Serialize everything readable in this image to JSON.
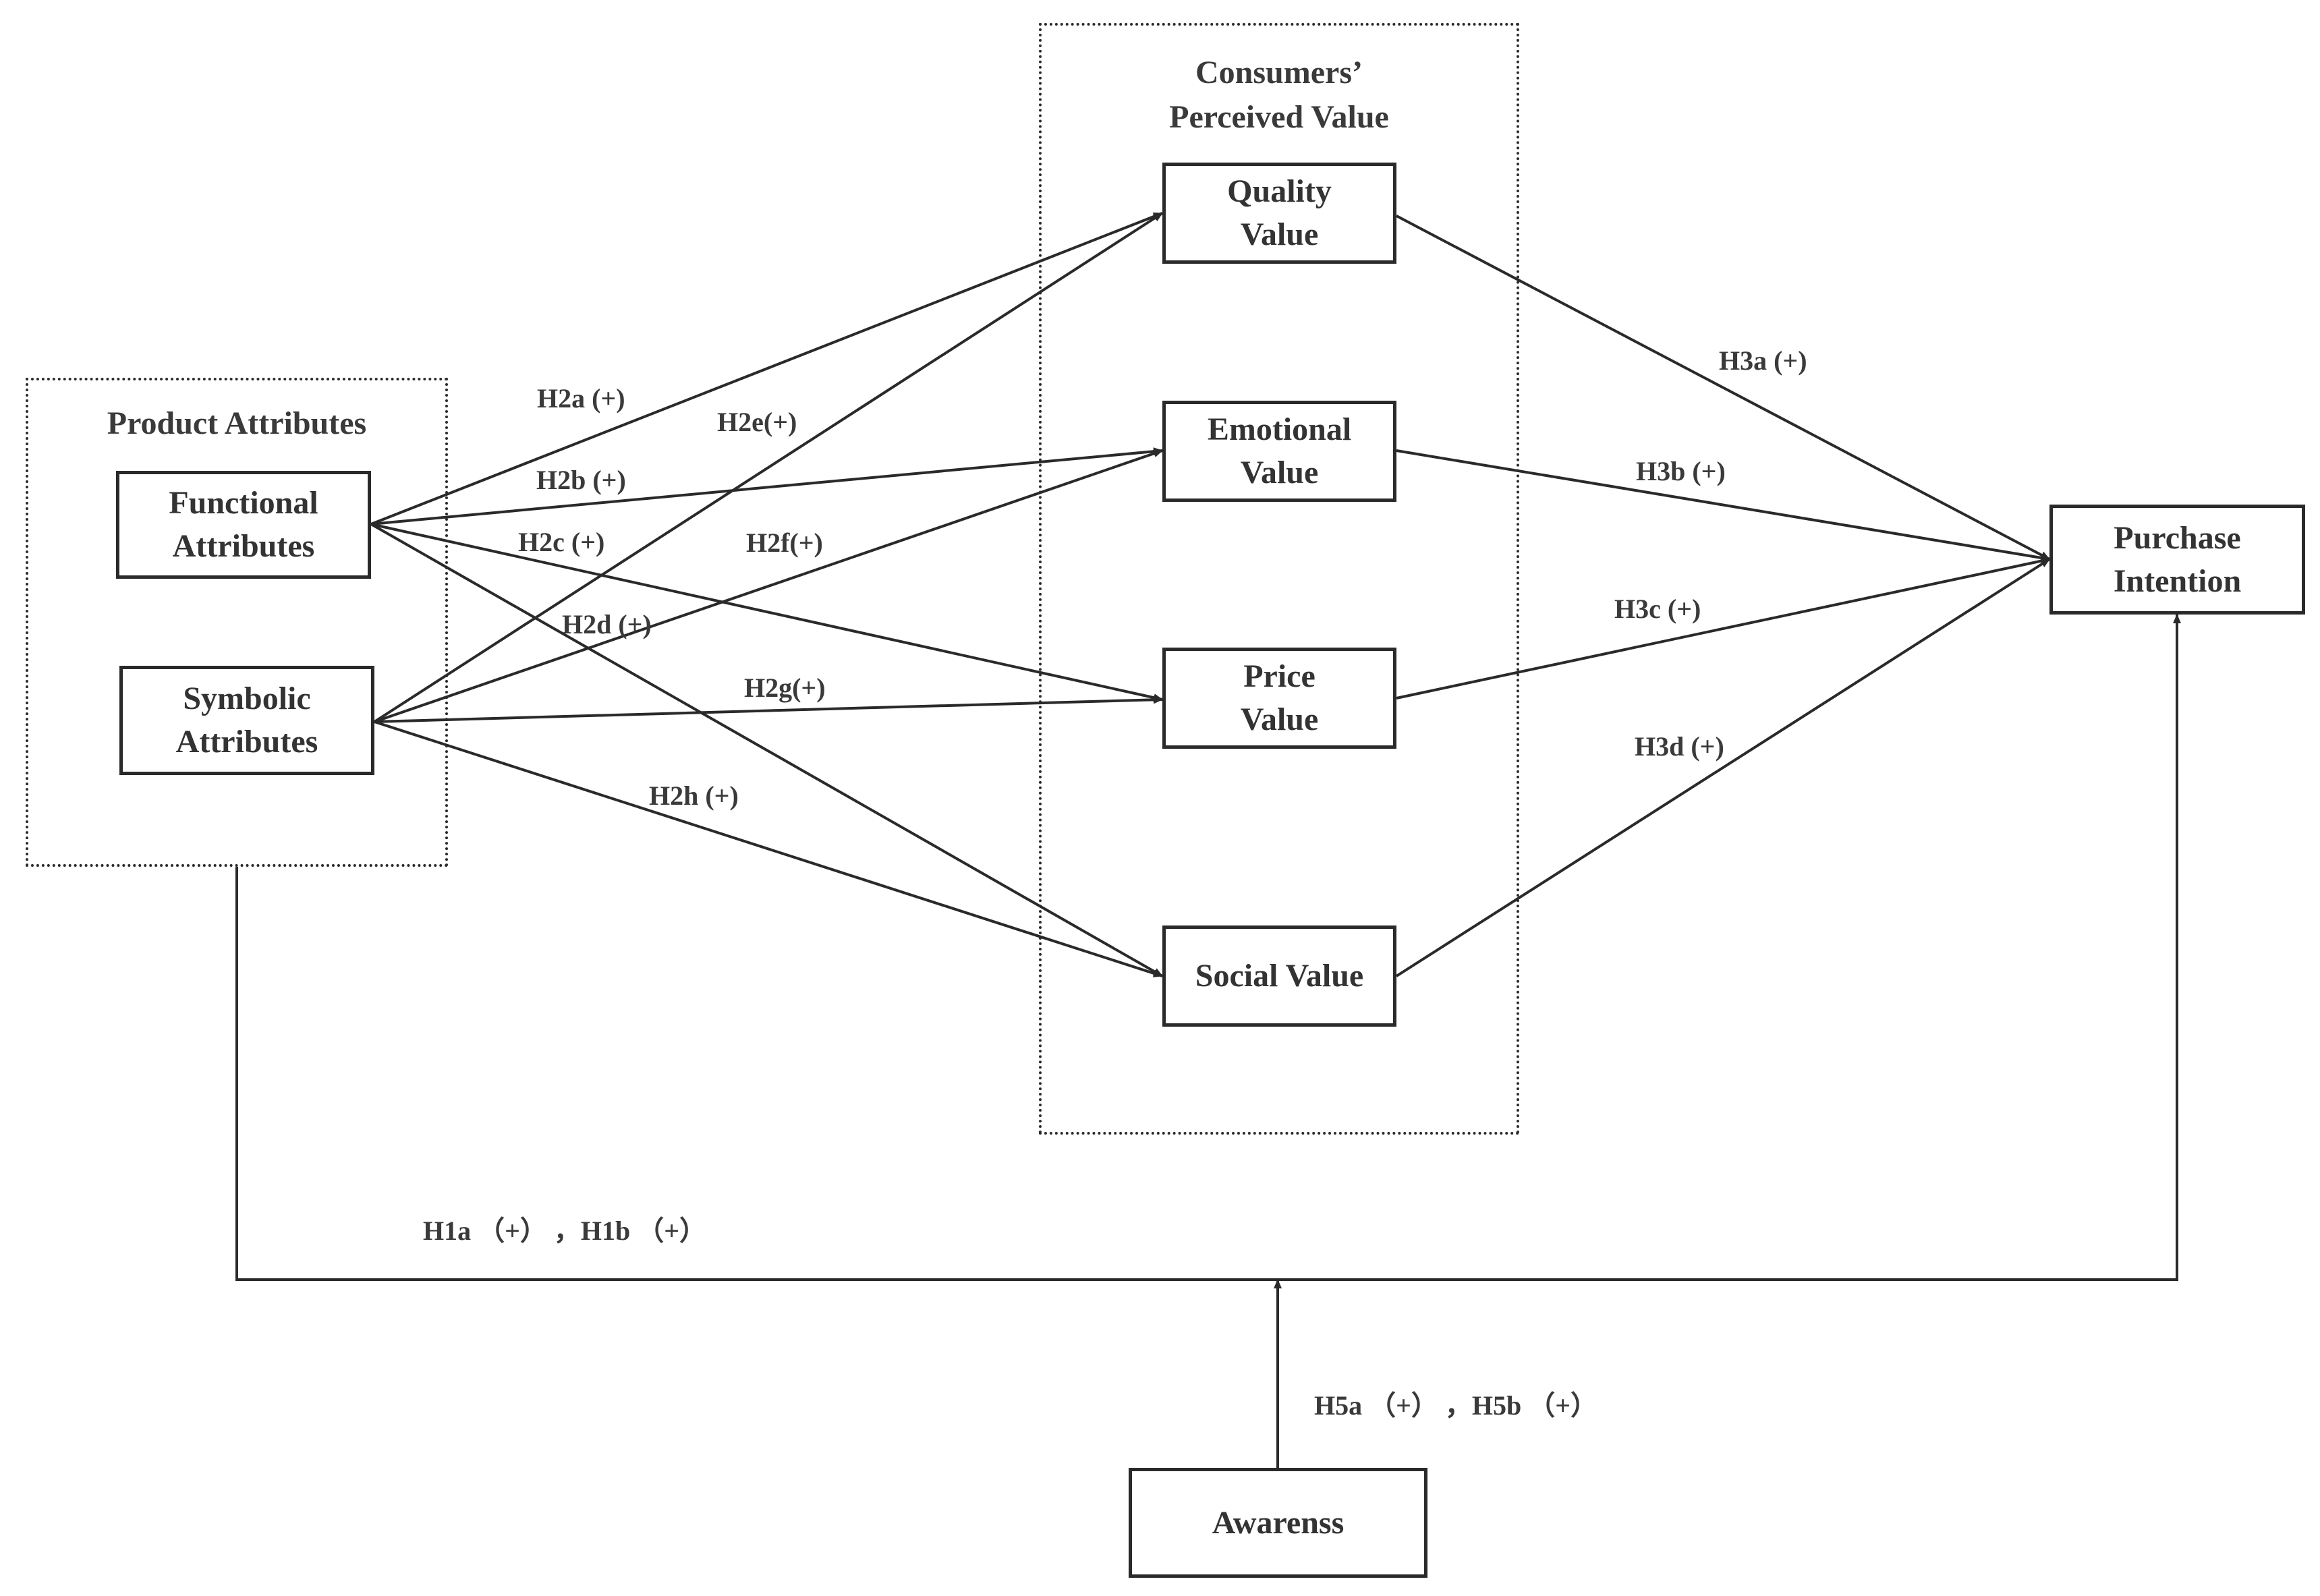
{
  "groups": {
    "product_attributes": {
      "title": "Product Attributes"
    },
    "perceived_value": {
      "title": "Consumers’\nPerceived Value"
    }
  },
  "nodes": {
    "functional": "Functional\nAttributes",
    "symbolic": "Symbolic\nAttributes",
    "quality": "Quality\nValue",
    "emotional": "Emotional\nValue",
    "price": "Price\nValue",
    "social": "Social Value",
    "purchase": "Purchase\nIntention",
    "awareness": "Awarenss"
  },
  "edges": [
    {
      "id": "h2a",
      "from": "functional",
      "to": "quality",
      "label": "H2a (+)"
    },
    {
      "id": "h2b",
      "from": "functional",
      "to": "emotional",
      "label": "H2b (+)"
    },
    {
      "id": "h2c",
      "from": "functional",
      "to": "price",
      "label": "H2c (+)"
    },
    {
      "id": "h2d",
      "from": "functional",
      "to": "social",
      "label": "H2d (+)"
    },
    {
      "id": "h2e",
      "from": "symbolic",
      "to": "quality",
      "label": "H2e(+)"
    },
    {
      "id": "h2f",
      "from": "symbolic",
      "to": "emotional",
      "label": "H2f(+)"
    },
    {
      "id": "h2g",
      "from": "symbolic",
      "to": "price",
      "label": "H2g(+)"
    },
    {
      "id": "h2h",
      "from": "symbolic",
      "to": "social",
      "label": "H2h (+)"
    },
    {
      "id": "h3a",
      "from": "quality",
      "to": "purchase",
      "label": "H3a (+)"
    },
    {
      "id": "h3b",
      "from": "emotional",
      "to": "purchase",
      "label": "H3b (+)"
    },
    {
      "id": "h3c",
      "from": "price",
      "to": "purchase",
      "label": "H3c (+)"
    },
    {
      "id": "h3d",
      "from": "social",
      "to": "purchase",
      "label": "H3d (+)"
    },
    {
      "id": "h1",
      "from": "product_attributes",
      "to": "purchase",
      "label": "H1a （+） ，H1b （+）"
    },
    {
      "id": "h5",
      "from": "awareness",
      "to": "h1",
      "label": "H5a （+） ，H5b （+）"
    }
  ]
}
